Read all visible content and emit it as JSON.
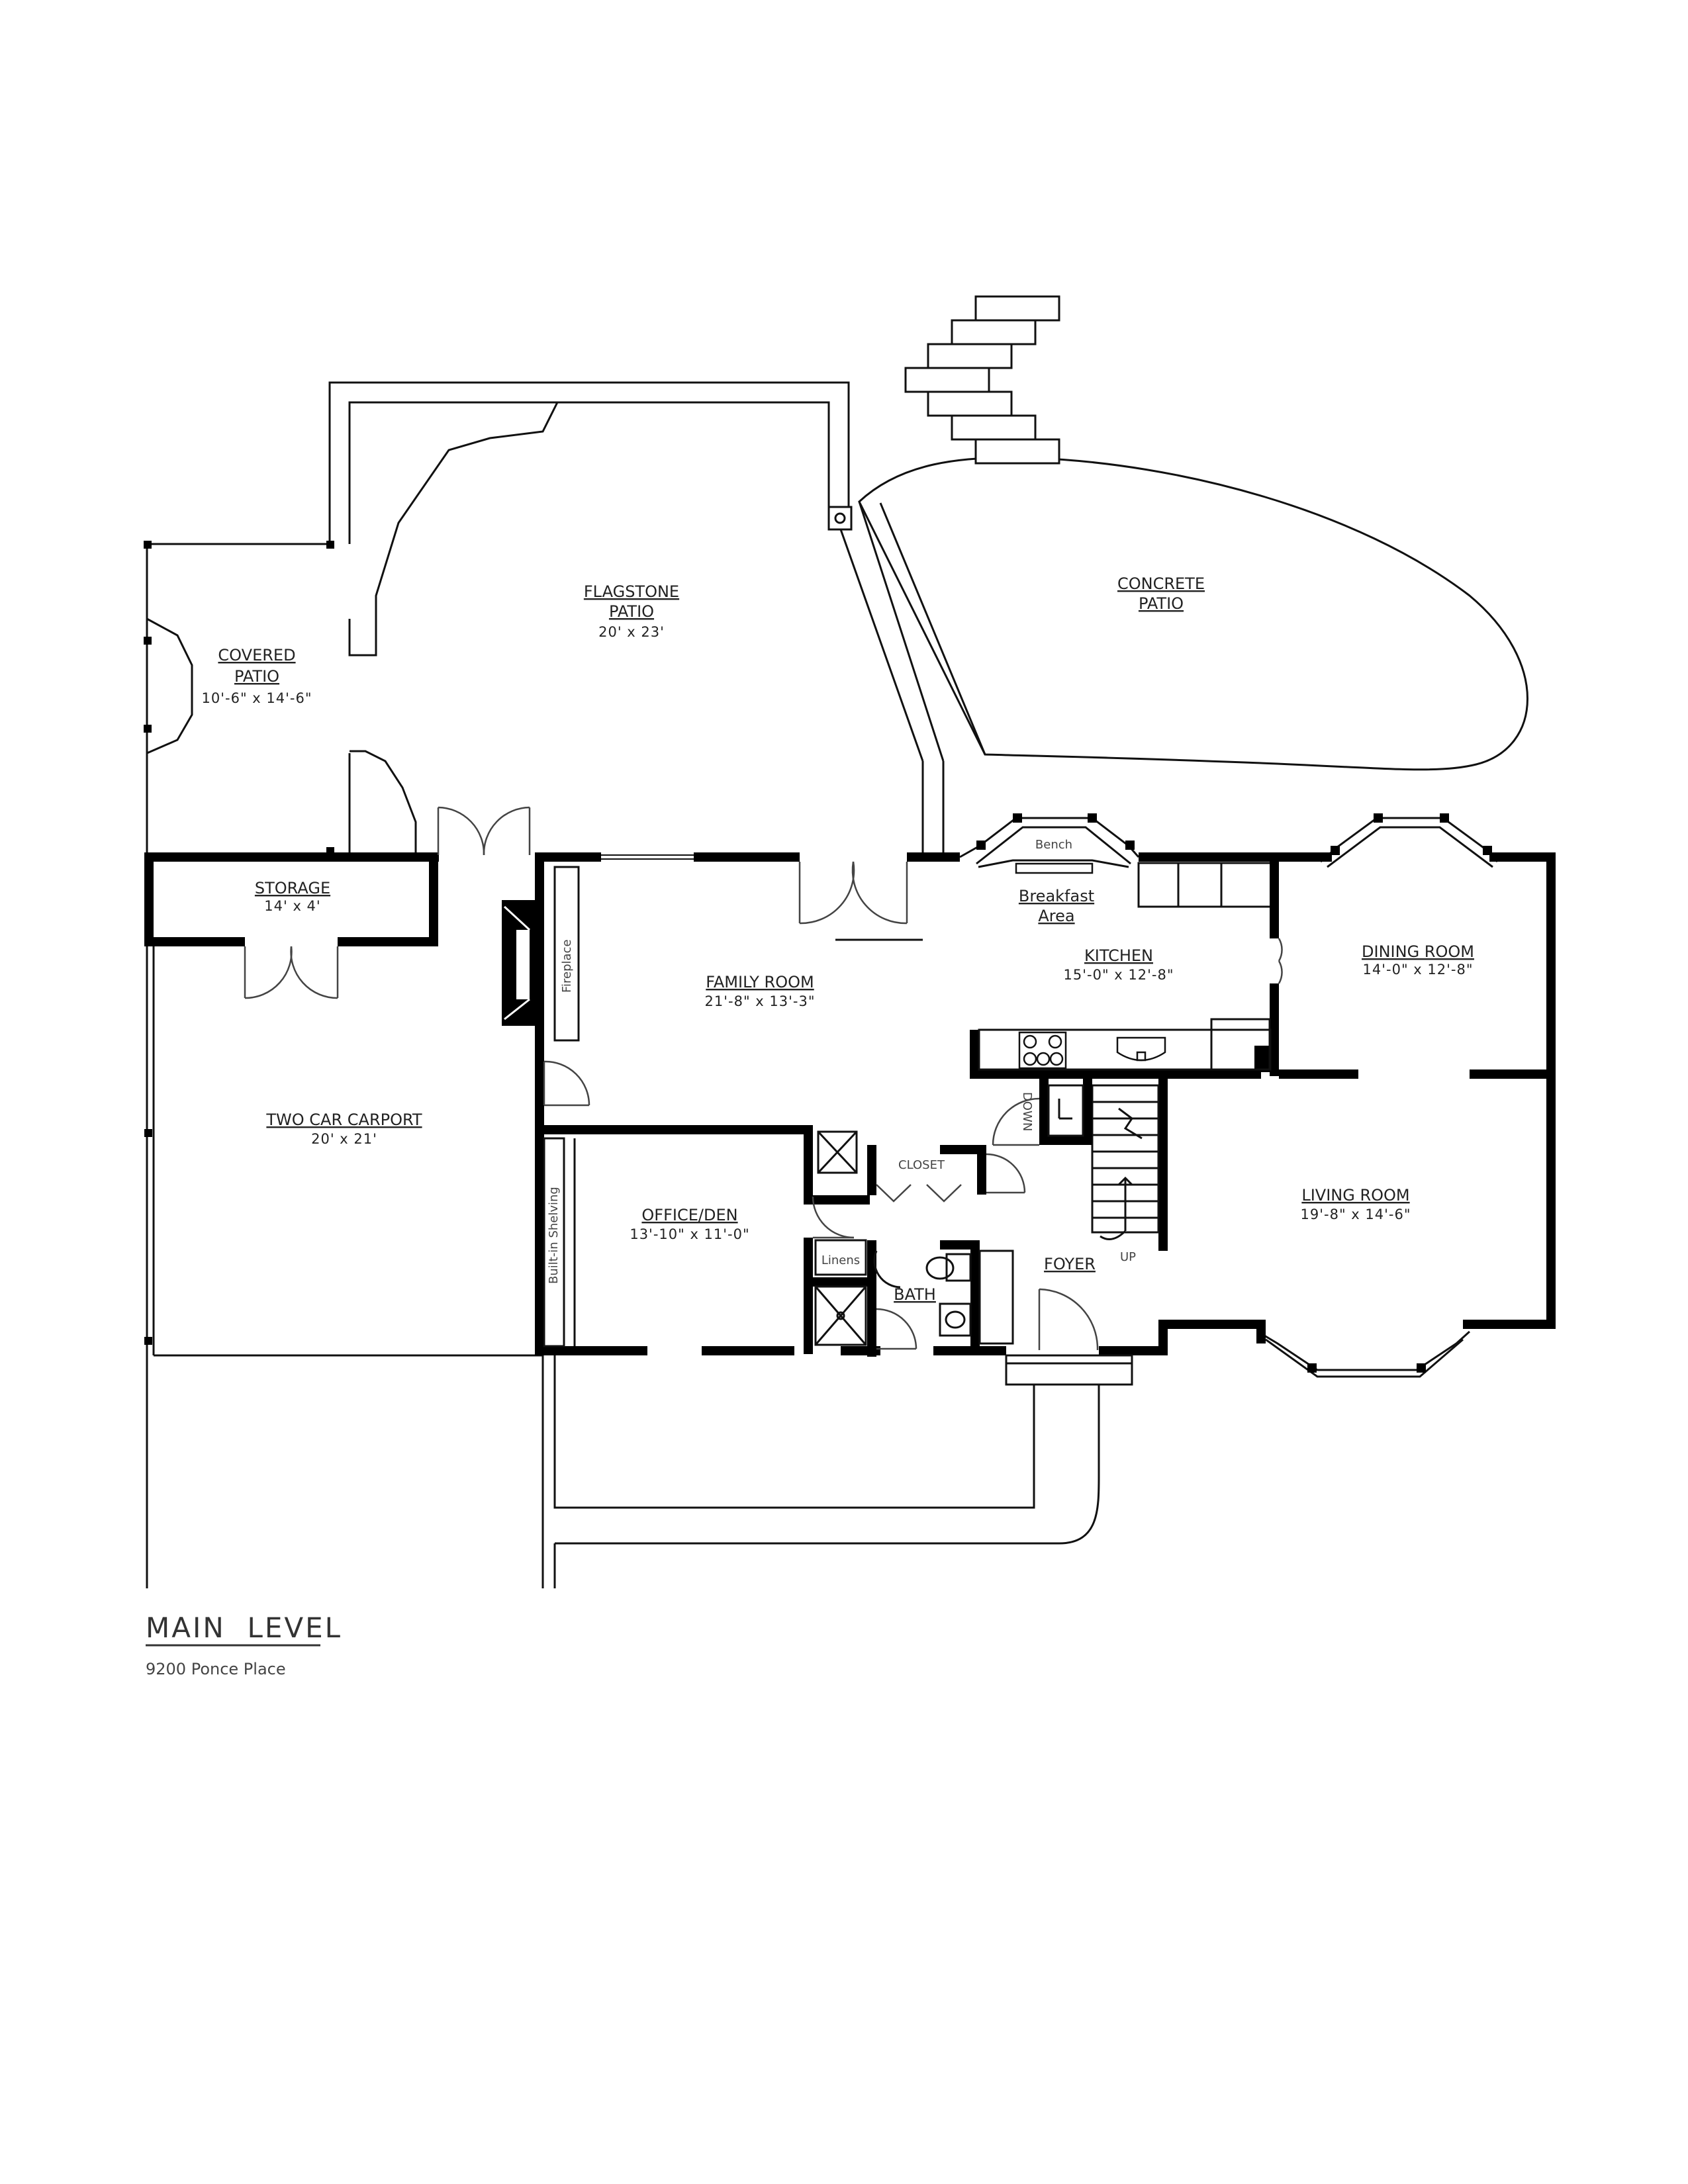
{
  "rooms": {
    "covered_patio": {
      "line1": "COVERED",
      "line2": "PATIO",
      "dims": "10'-6\" x 14'-6\""
    },
    "flagstone_patio": {
      "line1": "FLAGSTONE",
      "line2": "PATIO",
      "dims": "20' x 23'"
    },
    "concrete_patio": {
      "line1": "CONCRETE",
      "line2": "PATIO"
    },
    "storage": {
      "name": "STORAGE",
      "dims": "14' x 4'"
    },
    "two_car_carport": {
      "name": "TWO CAR CARPORT",
      "dims": "20' x 21'"
    },
    "family_room": {
      "name": "FAMILY ROOM",
      "dims": "21'-8\" x 13'-3\""
    },
    "kitchen": {
      "name": "KITCHEN",
      "dims": "15'-0\" x 12'-8\""
    },
    "breakfast_area": {
      "line1": "Breakfast",
      "line2": "Area"
    },
    "dining_room": {
      "name": "DINING ROOM",
      "dims": "14'-0\" x 12'-8\""
    },
    "living_room": {
      "name": "LIVING ROOM",
      "dims": "19'-8\" x 14'-6\""
    },
    "office_den": {
      "name": "OFFICE/DEN",
      "dims": "13'-10\" x 11'-0\""
    },
    "closet": {
      "name": "CLOSET"
    },
    "bath": {
      "name": "BATH"
    },
    "foyer": {
      "name": "FOYER"
    },
    "linens": {
      "name": "Linens"
    }
  },
  "features": {
    "bench": "Bench",
    "fireplace": "Fireplace",
    "built_in_shelving": "Built-in Shelving",
    "stair_up": "UP",
    "stair_down": "DOWN"
  },
  "caption": {
    "title": "MAIN  LEVEL",
    "subtitle": "9200 Ponce Place"
  },
  "colors": {
    "wall": "#000000",
    "line": "#111111",
    "background": "#ffffff"
  }
}
